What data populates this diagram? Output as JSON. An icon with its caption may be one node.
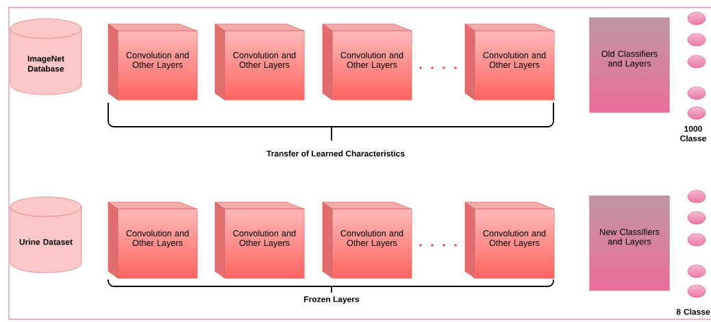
{
  "diagram": {
    "nodes": [
      {
        "text": [
          "ImageNet Database"
        ]
      },
      {
        "text": [
          "Convolution and Other Layers"
        ]
      },
      {
        "text": [
          "Convolution and Other Layers"
        ]
      },
      {
        "text": [
          "Convolution and Other Layers"
        ]
      },
      {
        "text": [
          "Convolution and Other Layers"
        ]
      },
      {
        "text": [
          "Old Classifiers and Layers"
        ]
      },
      {
        "text": [],
        "shape": "ellipse"
      },
      {
        "text": [],
        "shape": "ellipse"
      },
      {
        "text": [],
        "shape": "ellipse"
      },
      {
        "text": [],
        "shape": "ellipse"
      },
      {
        "text": [],
        "shape": "ellipse"
      },
      {
        "text": [
          "Urine Dataset"
        ]
      },
      {
        "text": [
          "Convolution and Other Layers"
        ]
      },
      {
        "text": [
          "Convolution and Other Layers"
        ]
      },
      {
        "text": [
          "Convolution and Other Layers"
        ]
      },
      {
        "text": [
          "Convolution and Other Layers"
        ]
      },
      {
        "text": [
          "New Classifiers and Layers"
        ]
      },
      {
        "text": [],
        "shape": "ellipse"
      },
      {
        "text": [],
        "shape": "ellipse"
      },
      {
        "text": [],
        "shape": "ellipse"
      },
      {
        "text": [],
        "shape": "ellipse"
      },
      {
        "text": [],
        "shape": "ellipse"
      }
    ],
    "edges": [],
    "labels": [
      "1000 Classe",
      "Transfer of Learned Characteristics",
      "Frozen Layers",
      "8 Classe"
    ]
  }
}
